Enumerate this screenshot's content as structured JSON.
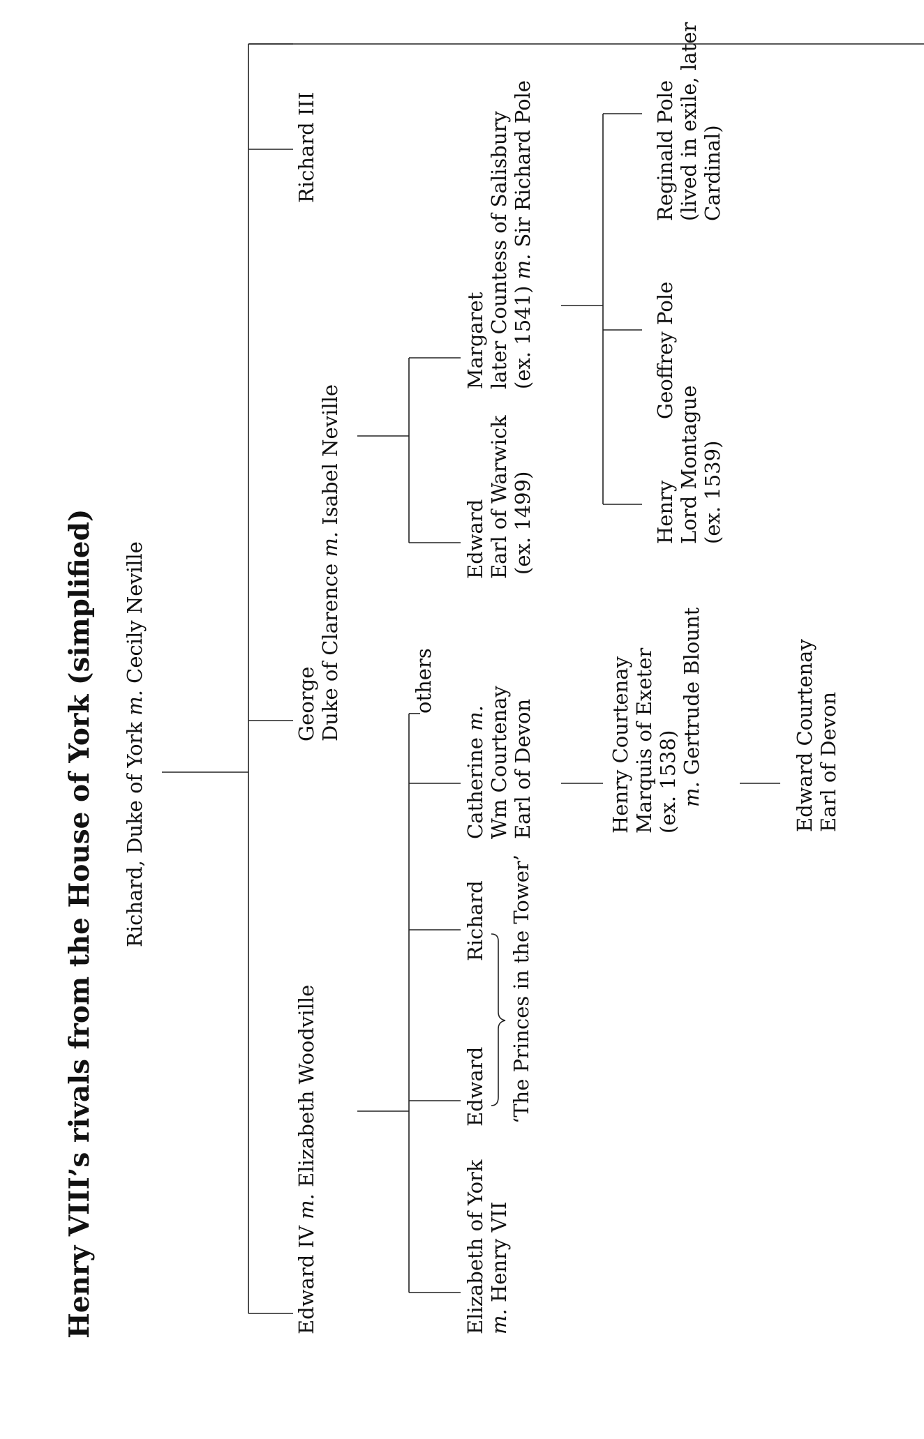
{
  "diagram": {
    "title": "Henry VIII’s rivals from the House of York (simplified)",
    "root": {
      "name": "Richard, Duke of York",
      "m": "m.",
      "spouse": "Cecily Neville"
    },
    "edward_iv": {
      "name": "Edward IV",
      "m": "m.",
      "spouse": "Elizabeth Woodville"
    },
    "george": {
      "line1": "George",
      "line2a": "Duke of Clarence",
      "m": "m.",
      "line2b": "Isabel Neville"
    },
    "richard_iii": {
      "name": "Richard III"
    },
    "elizabeth_of_york": {
      "line1": "Elizabeth of York",
      "m": "m.",
      "line2": "Henry VII"
    },
    "edward_prince": {
      "name": "Edward"
    },
    "richard_prince": {
      "name": "Richard"
    },
    "princes_label": "‘The Princes in the Tower’",
    "catherine": {
      "line1a": "Catherine",
      "m": "m.",
      "line2": "Wm Courtenay",
      "line3": "Earl of Devon"
    },
    "others": {
      "name": "others"
    },
    "edward_warwick": {
      "line1": "Edward",
      "line2": "Earl of Warwick",
      "line3": "(ex. 1499)"
    },
    "margaret": {
      "line1": "Margaret",
      "line2": "later Countess of Salisbury",
      "line3a": "(ex. 1541)",
      "m": "m.",
      "line3b": "Sir Richard Pole"
    },
    "henry_courtenay": {
      "line1": "Henry Courtenay",
      "line2": "Marquis of Exeter",
      "line3": "(ex. 1538)",
      "m": "m.",
      "line4": "Gertrude Blount"
    },
    "edward_courtenay": {
      "line1": "Edward Courtenay",
      "line2": "Earl of Devon"
    },
    "henry_montague": {
      "line1": "Henry",
      "line2": "Lord Montague",
      "line3": "(ex. 1539)"
    },
    "geoffrey_pole": {
      "name": "Geoffrey Pole"
    },
    "reginald_pole": {
      "line1": "Reginald Pole",
      "line2": "(lived in exile, later",
      "line3": "Cardinal)"
    }
  }
}
